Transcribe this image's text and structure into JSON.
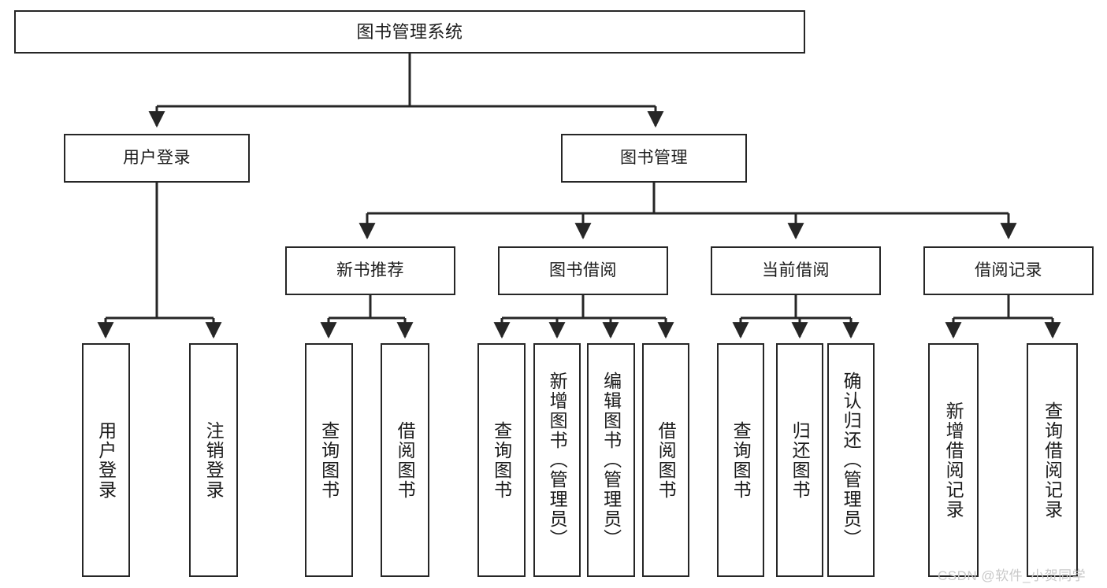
{
  "diagram": {
    "title": "图书管理系统",
    "colors": {
      "stroke": "#262626",
      "background": "#ffffff",
      "text": "#1b1b1b",
      "watermark": "#c9c9c9"
    },
    "root": {
      "label": "图书管理系统"
    },
    "level2": [
      {
        "label": "用户登录"
      },
      {
        "label": "图书管理"
      }
    ],
    "level3": [
      {
        "label": "新书推荐"
      },
      {
        "label": "图书借阅"
      },
      {
        "label": "当前借阅"
      },
      {
        "label": "借阅记录"
      }
    ],
    "leaves": {
      "user_login": [
        {
          "label": "用户登录"
        },
        {
          "label": "注销登录"
        }
      ],
      "new_book": [
        {
          "label": "查询图书"
        },
        {
          "label": "借阅图书"
        }
      ],
      "borrow_book": [
        {
          "label": "查询图书"
        },
        {
          "label": "新增图书（管理员）"
        },
        {
          "label": "编辑图书（管理员）"
        },
        {
          "label": "借阅图书"
        }
      ],
      "current_borrow": [
        {
          "label": "查询图书"
        },
        {
          "label": "归还图书"
        },
        {
          "label": "确认归还（管理员）"
        }
      ],
      "borrow_record": [
        {
          "label": "新增借阅记录"
        },
        {
          "label": "查询借阅记录"
        }
      ]
    },
    "watermark": "CSDN @软件_小贺同学"
  }
}
